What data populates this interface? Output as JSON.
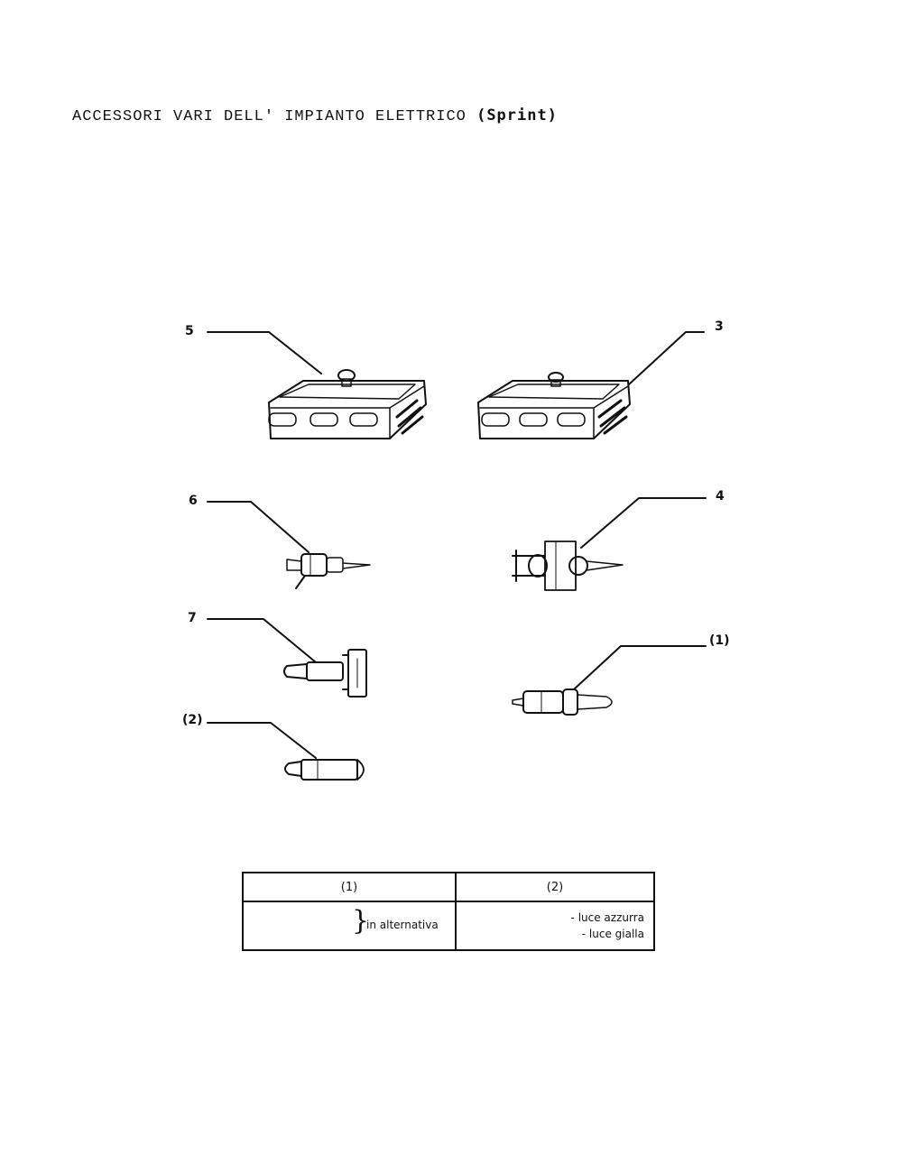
{
  "title": {
    "main": "ACCESSORI VARI DELL' IMPIANTO ELETTRICO",
    "sub": "(Sprint)"
  },
  "callouts": [
    "5",
    "3",
    "6",
    "4",
    "7",
    "(1)",
    "(2)"
  ],
  "legend": {
    "headers": [
      "(1)",
      "(2)"
    ],
    "col1_text": "in alternativa",
    "col2_lines": [
      "- luce azzurra",
      "- luce gialla"
    ]
  }
}
